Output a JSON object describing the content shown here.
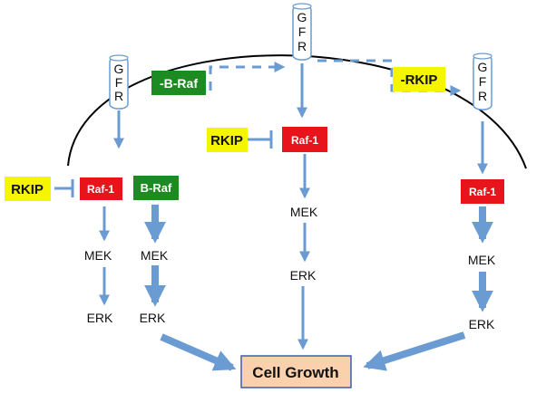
{
  "receptor_letters": [
    "G",
    "F",
    "R"
  ],
  "labels": {
    "raf1": "Raf-1",
    "braf": "B-Raf",
    "braf_neg": "-B-Raf",
    "rkip": "RKIP",
    "rkip_neg": "-RKIP",
    "mek": "MEK",
    "erk": "ERK",
    "cell_growth": "Cell Growth"
  },
  "colors": {
    "raf1": "#e8141c",
    "braf": "#1e8a22",
    "rkip": "#f5f500",
    "arrow": "#6a9bd2",
    "cell_growth_fill": "#fbd0ad",
    "cell_growth_border": "#3b5ea8"
  }
}
